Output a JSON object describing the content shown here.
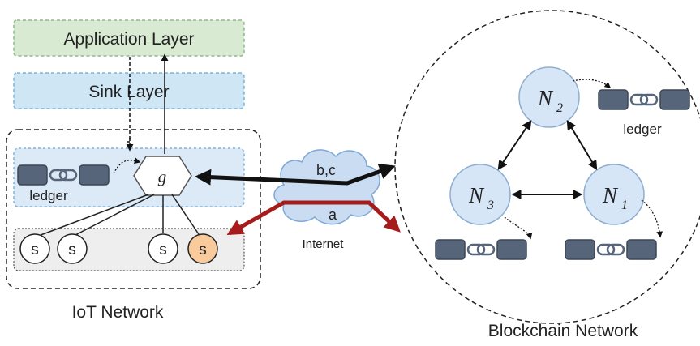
{
  "layers": {
    "application": "Application Layer",
    "sink": "Sink Layer"
  },
  "iot": {
    "gateway_label": "g",
    "ledger_label": "ledger",
    "sensor_label": "s",
    "title": "IoT Network"
  },
  "internet": {
    "label": "Internet",
    "edge_top_label": "b,c",
    "edge_bottom_label": "a"
  },
  "blockchain": {
    "title": "Blockchain Network",
    "ledger_label": "ledger",
    "nodes": {
      "n2": {
        "base": "N",
        "sub": "2"
      },
      "n3": {
        "base": "N",
        "sub": "3"
      },
      "n1": {
        "base": "N",
        "sub": "1"
      }
    }
  },
  "colors": {
    "app_layer_fill": "#d9ead3",
    "sink_layer_fill": "#cfe7f5",
    "iot_band_fill": "#dceaf7",
    "sensor_band_fill": "#eeeeee",
    "node_fill": "#d6e6f7",
    "node_stroke": "#8eaed0",
    "ledger_block": "#56657a",
    "highlight_sensor": "#f9cb9c",
    "red_arrow": "#a61c1c",
    "cloud_fill": "#c9dcf2"
  }
}
